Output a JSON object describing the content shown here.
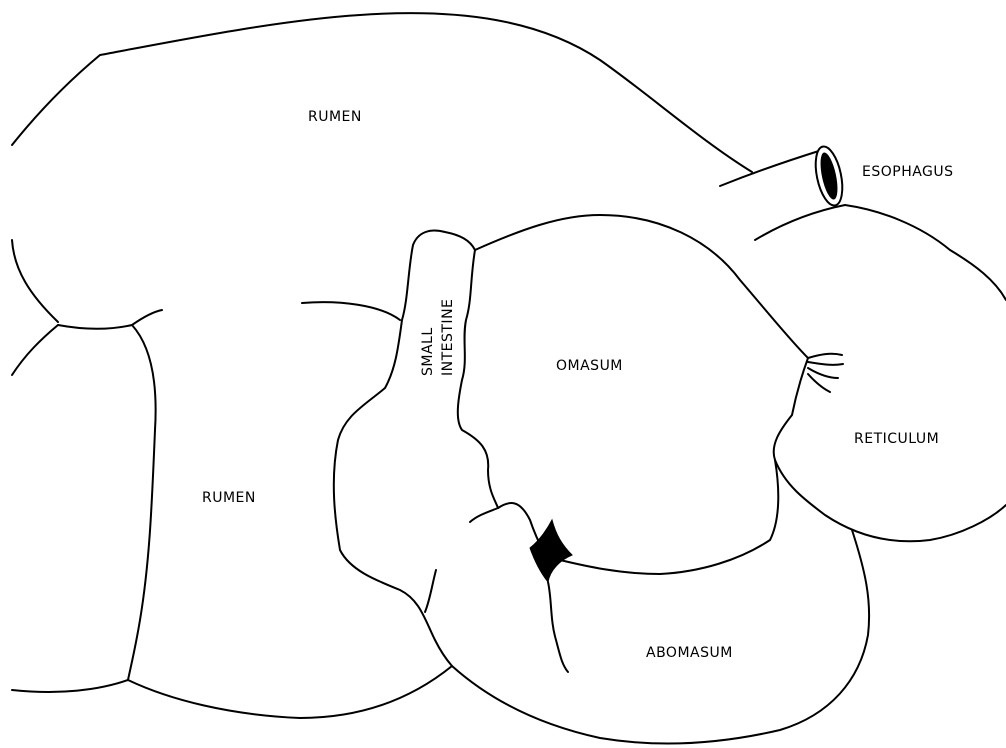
{
  "labels": {
    "rumen_upper": "RUMEN",
    "rumen_lower": "RUMEN",
    "esophagus": "ESOPHAGUS",
    "small_intestine_line1": "SMALL",
    "small_intestine_line2": "INTESTINE",
    "omasum": "OMASUM",
    "reticulum": "RETICULUM",
    "abomasum": "ABOMASUM"
  },
  "colors": {
    "stroke": "#000000",
    "background": "#ffffff"
  }
}
